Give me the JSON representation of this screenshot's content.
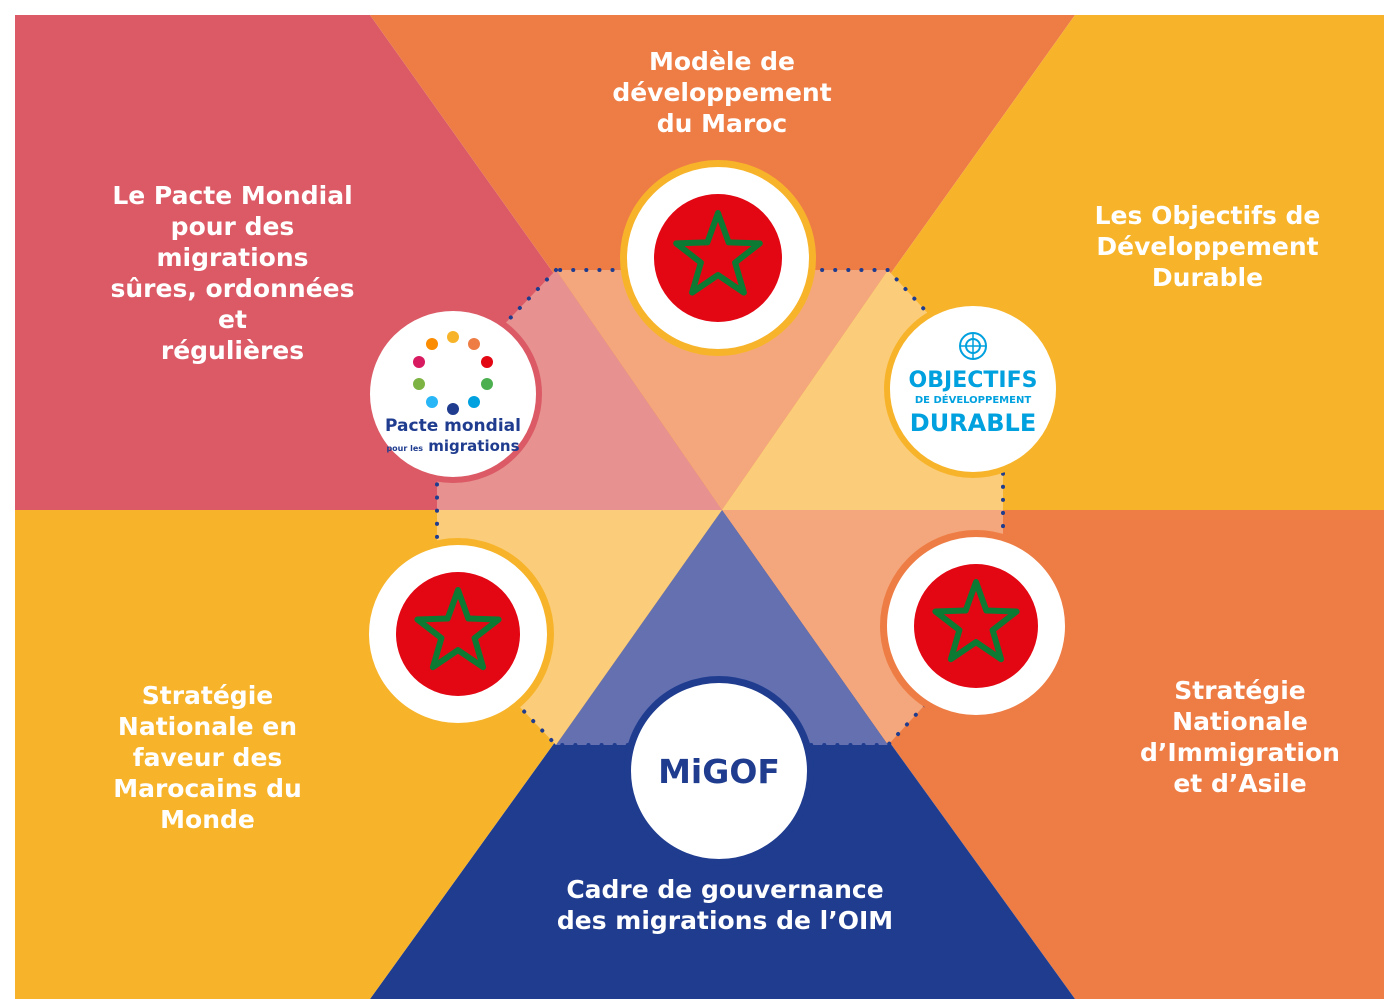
{
  "colors": {
    "red": "#db5a66",
    "orange": "#ee7d45",
    "yellow": "#f7b42a",
    "navy": "#1f3c8f",
    "flag_red": "#e30613",
    "star_green": "#0d7a34",
    "sdg_blue": "#00a1de"
  },
  "center_label": "MiGOF",
  "segments": [
    {
      "id": "pacte",
      "label": "Le Pacte Mondial\npour des migrations\nsûres, ordonnées et\nrégulières",
      "color": "red",
      "badge": "global-compact-logo"
    },
    {
      "id": "modele",
      "label": "Modèle de\ndéveloppement\ndu Maroc",
      "color": "orange",
      "badge": "morocco-flag-icon"
    },
    {
      "id": "odd",
      "label": "Les Objectifs de\nDéveloppement\nDurable",
      "color": "yellow",
      "badge": "sdg-logo"
    },
    {
      "id": "snia",
      "label": "Stratégie\nNationale\nd’Immigration\net d’Asile",
      "color": "orange",
      "badge": "morocco-flag-icon"
    },
    {
      "id": "cadre",
      "label": "Cadre de gouvernance\ndes migrations de l’OIM",
      "color": "navy",
      "badge": "migof-badge"
    },
    {
      "id": "snmm",
      "label": "Stratégie\nNationale en\nfaveur des\nMarocains du\nMonde",
      "color": "yellow",
      "badge": "morocco-flag-icon"
    }
  ],
  "logos": {
    "global_compact": {
      "line1": "Pacte mondial",
      "line2_small": "pour les",
      "line2": "migrations"
    },
    "sdg": {
      "line1": "OBJECTIFS",
      "line2": "DE DÉVELOPPEMENT",
      "line3": "DURABLE"
    }
  }
}
